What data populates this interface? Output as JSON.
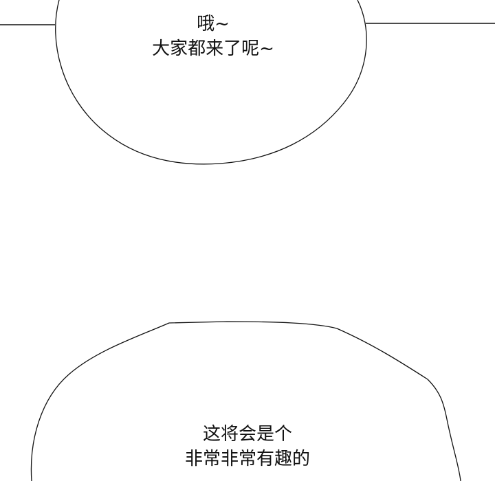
{
  "bubble_top": {
    "lines": [
      "哦~",
      "大家都来了呢~"
    ]
  },
  "bubble_bottom": {
    "lines": [
      "这将会是个",
      "非常非常有趣的"
    ]
  }
}
